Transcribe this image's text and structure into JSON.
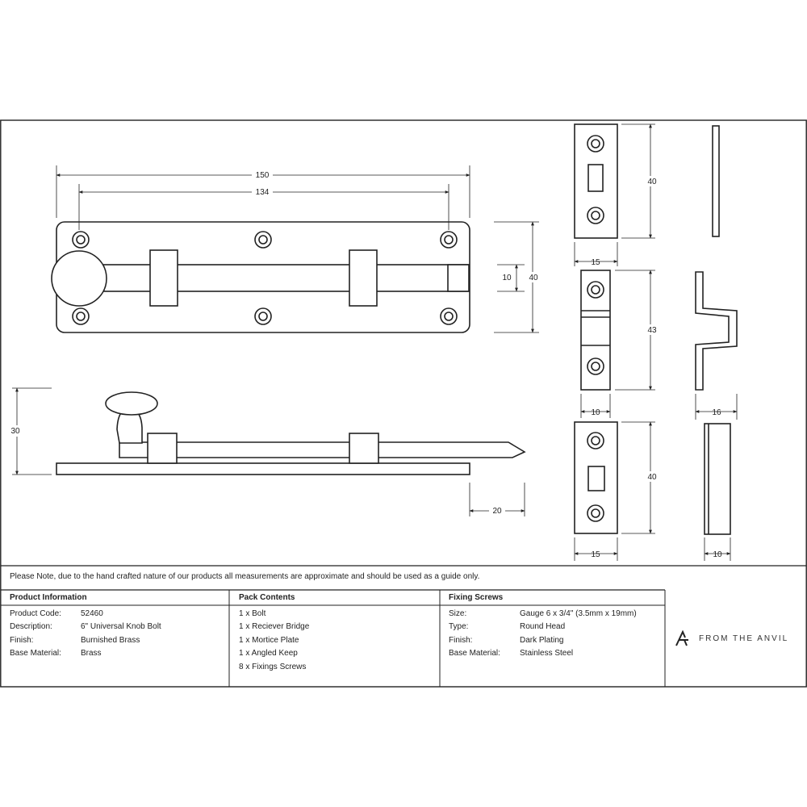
{
  "dimensions": {
    "overall_length": "150",
    "hole_spacing": "134",
    "bolt_width": "10",
    "plate_height": "40",
    "side_height": "30",
    "bolt_throw": "20",
    "keep_top_height": "40",
    "keep_top_width": "15",
    "bridge_height": "43",
    "bridge_width": "10",
    "keep_bottom_height": "40",
    "keep_bottom_width": "15",
    "angled_keep_depth": "16",
    "mortice_depth": "10"
  },
  "note": "Please Note, due to the hand crafted nature of our products all measurements are approximate and should be used as a guide only.",
  "product_information": {
    "heading": "Product Information",
    "rows": [
      {
        "label": "Product Code:",
        "value": "52460"
      },
      {
        "label": "Description:",
        "value": "6\" Universal Knob Bolt"
      },
      {
        "label": "Finish:",
        "value": "Burnished Brass"
      },
      {
        "label": "Base Material:",
        "value": "Brass"
      }
    ]
  },
  "pack_contents": {
    "heading": "Pack Contents",
    "items": [
      "1 x Bolt",
      "1 x Reciever Bridge",
      "1 x Mortice Plate",
      "1 x Angled Keep",
      "8 x Fixings Screws"
    ]
  },
  "fixing_screws": {
    "heading": "Fixing Screws",
    "rows": [
      {
        "label": "Size:",
        "value": "Gauge 6 x 3/4\" (3.5mm x 19mm)"
      },
      {
        "label": "Type:",
        "value": "Round Head"
      },
      {
        "label": "Finish:",
        "value": "Dark Plating"
      },
      {
        "label": "Base Material:",
        "value": "Stainless Steel"
      }
    ]
  },
  "brand": "FROM THE ANVIL",
  "logo_icon": "anvil-a-logo-icon"
}
